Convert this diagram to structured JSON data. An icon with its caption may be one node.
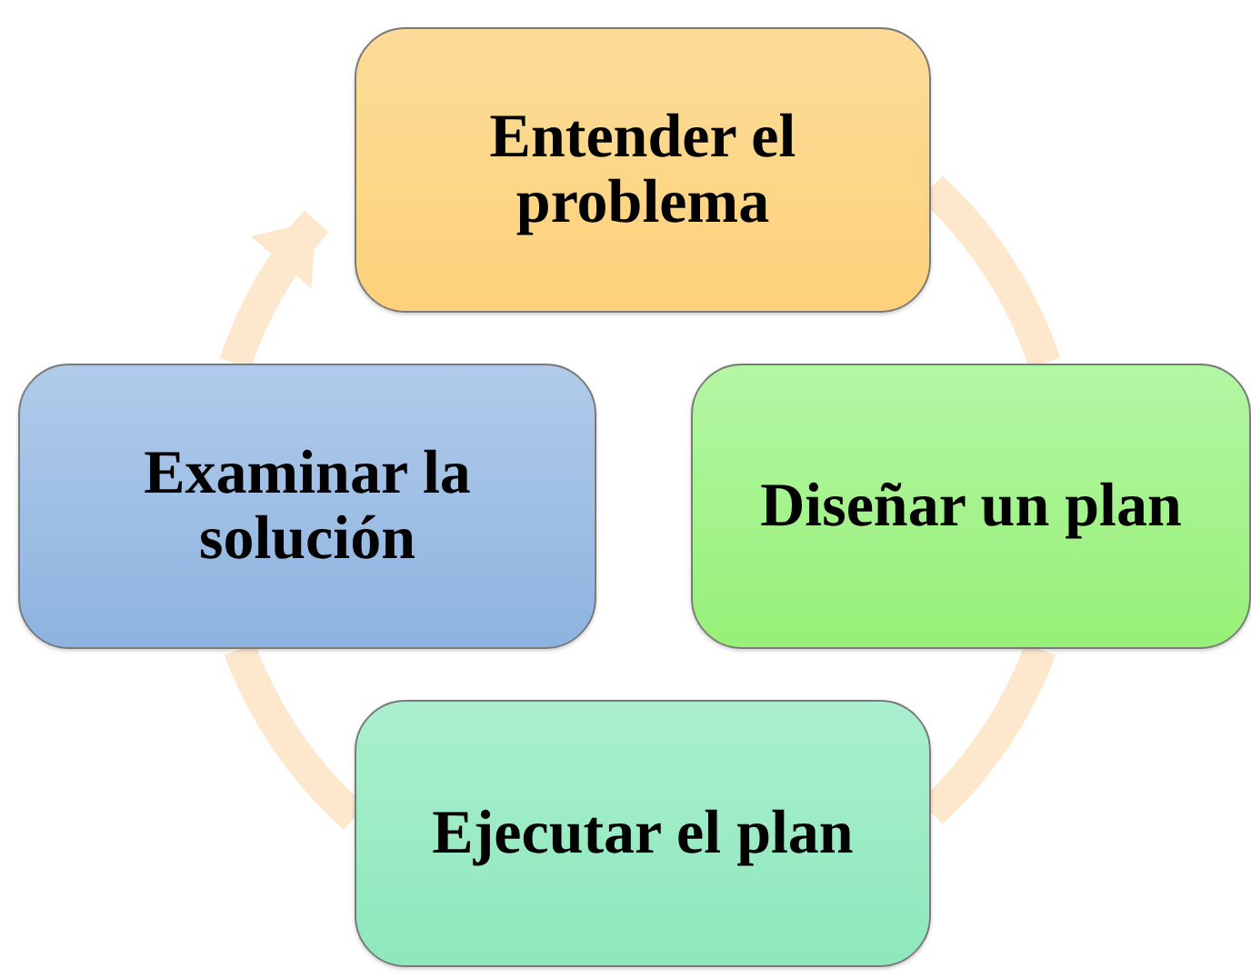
{
  "diagram": {
    "nodes": [
      {
        "text": [
          "Entender el problema"
        ]
      },
      {
        "text": [
          "Examinar la solución"
        ]
      },
      {
        "text": [
          "Diseñar un plan"
        ]
      },
      {
        "text": [
          "Ejecutar el plan"
        ]
      }
    ],
    "edges": [
      {
        "from": 0,
        "to": 2,
        "arrow": "none"
      },
      {
        "from": 2,
        "to": 3,
        "arrow": "none"
      },
      {
        "from": 3,
        "to": 1,
        "arrow": "none"
      },
      {
        "from": 1,
        "to": 0,
        "arrow": "to"
      }
    ]
  }
}
